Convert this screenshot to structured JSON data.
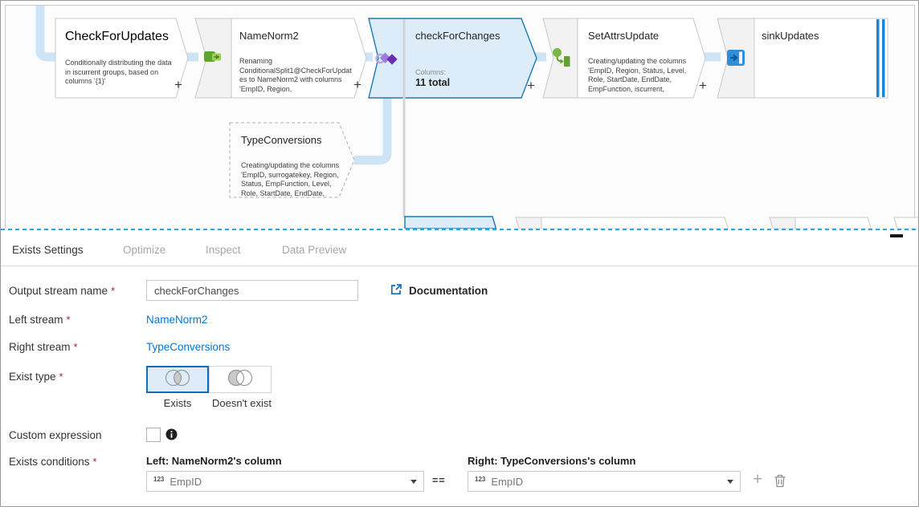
{
  "canvas": {
    "add_label": "+",
    "nodes": {
      "checkForUpdates": {
        "title": "CheckForUpdates",
        "description": "Conditionally distributing the data in iscurrent groups, based on columns '{1}'"
      },
      "nameNorm2": {
        "title": "NameNorm2",
        "description": "Renaming ConditionalSplit1@CheckForUpdates to NameNorm2 with columns 'EmpID, Region,"
      },
      "checkForChanges": {
        "title": "checkForChanges",
        "columns_label": "Columns:",
        "columns_value": "11 total"
      },
      "setAttrsUpdate": {
        "title": "SetAttrsUpdate",
        "description": "Creating/updating the columns 'EmpID, Region, Status, Level, Role, StartDate, EndDate, EmpFunction, iscurrent,"
      },
      "sinkUpdates": {
        "title": "sinkUpdates"
      },
      "typeConversions": {
        "title": "TypeConversions",
        "description": "Creating/updating the columns 'EmpID, surrogatekey, Region, Status, EmpFunction, Level, Role, StartDate, EndDate,"
      }
    }
  },
  "panel": {
    "tabs": [
      {
        "label": "Exists Settings",
        "active": true
      },
      {
        "label": "Optimize",
        "active": false
      },
      {
        "label": "Inspect",
        "active": false
      },
      {
        "label": "Data Preview",
        "active": false
      }
    ],
    "output_stream": {
      "label": "Output stream name",
      "required": "*",
      "value": "checkForChanges"
    },
    "documentation": {
      "label": "Documentation"
    },
    "left_stream": {
      "label": "Left stream",
      "required": "*",
      "value": "NameNorm2"
    },
    "right_stream": {
      "label": "Right stream",
      "required": "*",
      "value": "TypeConversions"
    },
    "exist_type": {
      "label": "Exist type",
      "required": "*",
      "selected": "Exists",
      "options": [
        {
          "label": "Exists"
        },
        {
          "label": "Doesn't exist"
        }
      ]
    },
    "custom_expression": {
      "label": "Custom expression",
      "checked": false
    },
    "exists_conditions": {
      "label": "Exists conditions",
      "required": "*",
      "left_header": "Left: NameNorm2's column",
      "right_header": "Right: TypeConversions's column",
      "operator": "==",
      "rows": [
        {
          "left_type": "123",
          "left_value": "EmpID",
          "right_type": "123",
          "right_value": "EmpID"
        }
      ]
    }
  },
  "colors": {
    "accent": "#0078d4",
    "selected_node_fill": "#dcecf9",
    "selected_node_border": "#1b7ab3",
    "connector": "#cde4f6",
    "required": "#a4262c",
    "splitter": "#2ba7e0"
  }
}
